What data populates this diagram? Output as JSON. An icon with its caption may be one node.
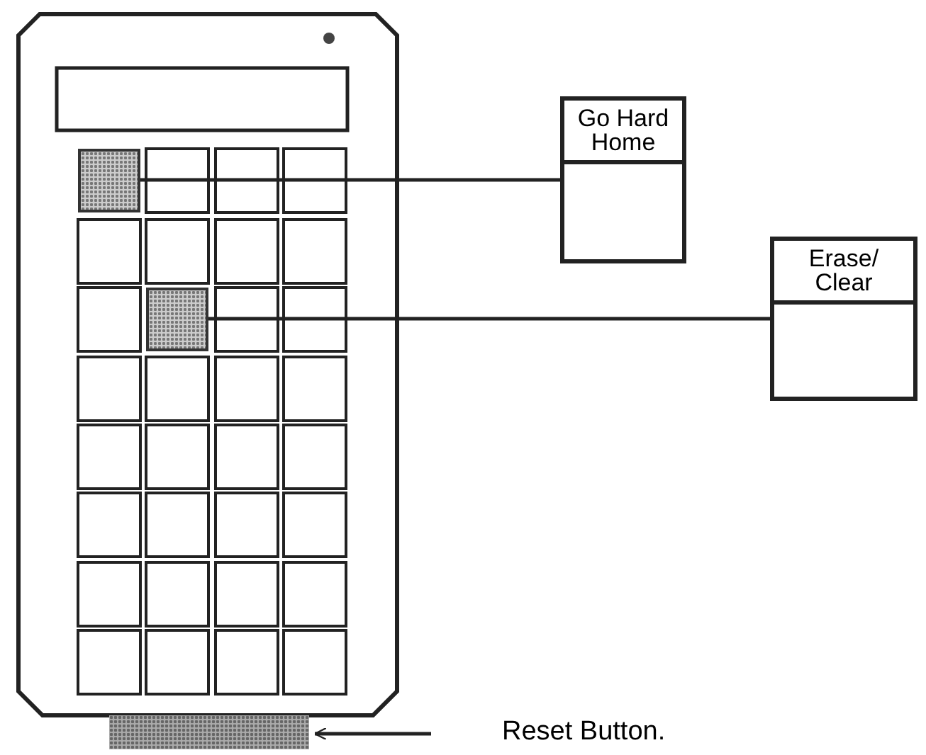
{
  "diagram": {
    "nodes": [
      {
        "text": [
          "Go Hard Home"
        ]
      },
      {
        "text": [
          "Erase/ Clear"
        ]
      },
      {
        "text": [],
        "shape": "box"
      },
      {
        "text": [],
        "shape": "box"
      },
      {
        "text": [
          "Reset Button."
        ]
      },
      {
        "text": [],
        "shape": "bar"
      }
    ],
    "edges": [
      {
        "from": 0,
        "to": 2,
        "arrow": "none"
      },
      {
        "from": 1,
        "to": 3,
        "arrow": "none"
      },
      {
        "from": 4,
        "to": 5,
        "arrow": "to"
      }
    ]
  }
}
